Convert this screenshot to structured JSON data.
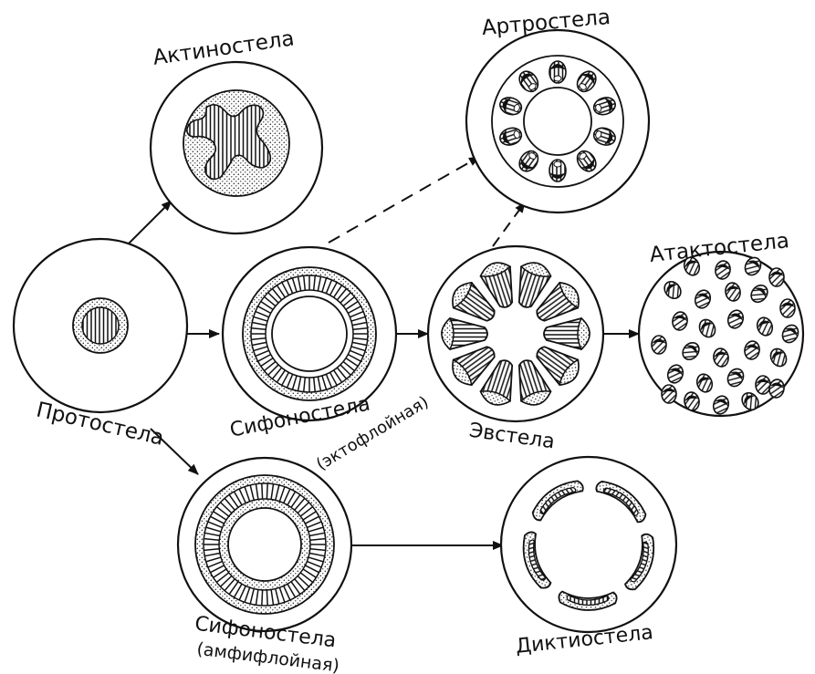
{
  "stages": {
    "protostele": "Протостела",
    "actinostele": "Актиностела",
    "arthrostele": "Артростела",
    "siphonostele_ecto": "Сифоностела",
    "siphonostele_ecto_sub": "(эктофлойная)",
    "eustele": "Эвстела",
    "atactostele": "Атактостела",
    "siphonostele_amphi": "Сифоностела",
    "siphonostele_amphi_sub": "(амфифлойная)",
    "dictyostele": "Диктиостела"
  }
}
